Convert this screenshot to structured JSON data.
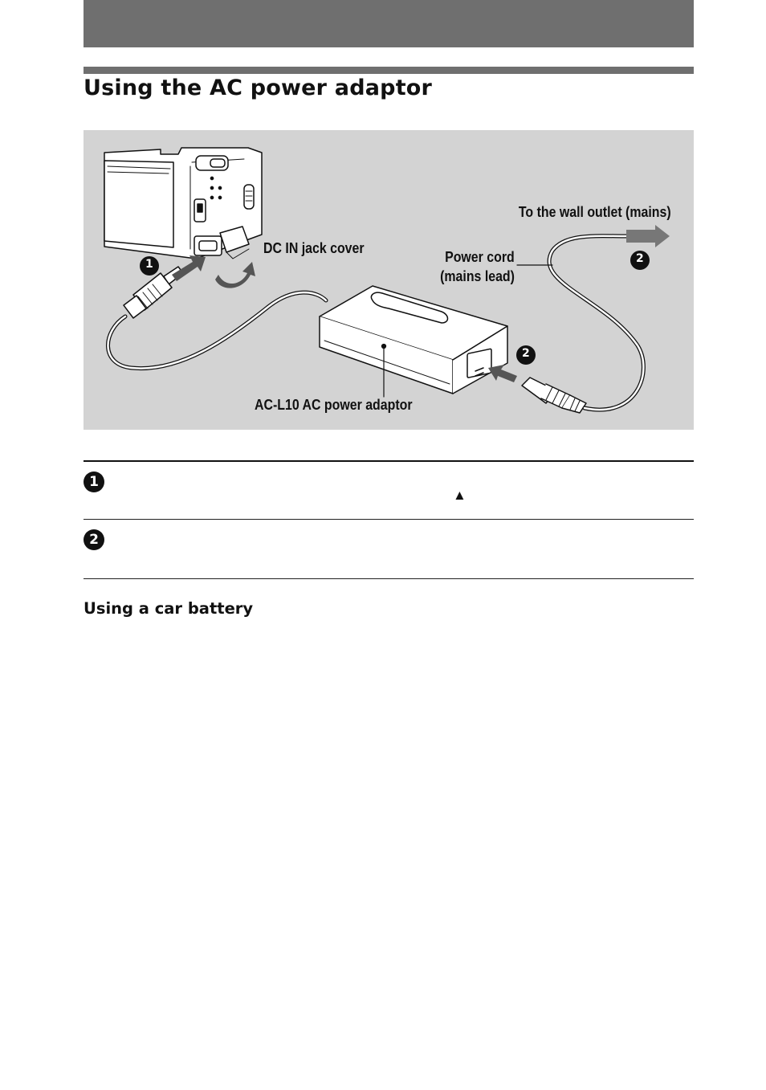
{
  "title": "Using the AC power adaptor",
  "figure": {
    "labels": {
      "dc_in_jack_cover": "DC IN jack cover",
      "wall_outlet": "To the wall outlet (mains)",
      "power_cord_line1": "Power cord",
      "power_cord_line2": "(mains lead)",
      "adaptor": "AC-L10 AC power adaptor"
    },
    "markers": [
      "1",
      "2",
      "2"
    ]
  },
  "steps": [
    {
      "number": "1",
      "text": "",
      "mark": "▲"
    },
    {
      "number": "2",
      "text": ""
    }
  ],
  "section_heading": "Using a car battery"
}
